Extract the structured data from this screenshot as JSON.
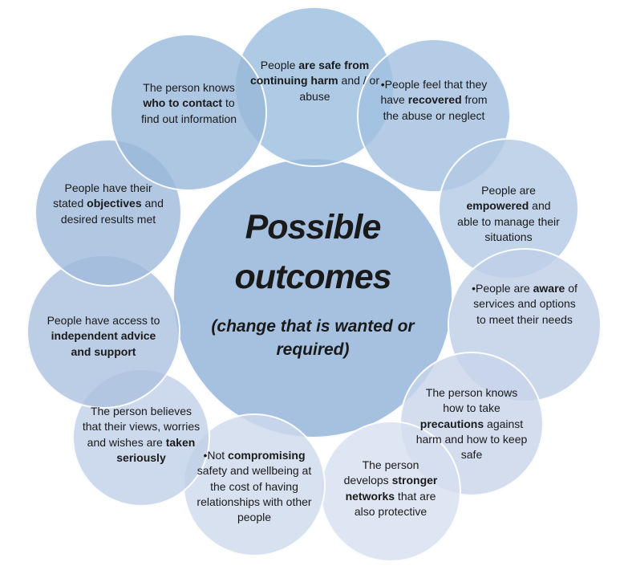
{
  "page": {
    "background": "#ffffff",
    "text_color": "#1a1a1a"
  },
  "center": {
    "title": "Possible outcomes",
    "subtitle": "(change that is wanted or required)",
    "fill_rgba": "rgba(144,178,216,0.8)"
  },
  "bubbles": [
    {
      "id": "safe",
      "fill_rgba": "rgba(154,189,221,0.8)",
      "segments": [
        {
          "t": "People "
        },
        {
          "t": "are safe from continuing harm",
          "b": true
        },
        {
          "t": " and / or abuse"
        }
      ]
    },
    {
      "id": "recovered",
      "fill_rgba": "rgba(161,191,224,0.8)",
      "segments": [
        {
          "t": "•People feel that they have "
        },
        {
          "t": "recovered",
          "b": true
        },
        {
          "t": " from the abuse or neglect"
        }
      ]
    },
    {
      "id": "empowered",
      "fill_rgba": "rgba(179,201,229,0.8)",
      "segments": [
        {
          "t": "People are "
        },
        {
          "t": "empowered",
          "b": true
        },
        {
          "t": " and able to manage their situations"
        }
      ]
    },
    {
      "id": "aware",
      "fill_rgba": "rgba(190,206,231,0.8)",
      "segments": [
        {
          "t": "•People are "
        },
        {
          "t": "aware",
          "b": true
        },
        {
          "t": " of services and options to meet their needs"
        }
      ]
    },
    {
      "id": "precautions",
      "fill_rgba": "rgba(200,213,234,0.8)",
      "segments": [
        {
          "t": "The person knows how to take "
        },
        {
          "t": "precautions",
          "b": true
        },
        {
          "t": " against harm and how to keep safe"
        }
      ]
    },
    {
      "id": "networks",
      "fill_rgba": "rgba(215,224,240,0.8)",
      "segments": [
        {
          "t": "The person develops "
        },
        {
          "t": "stronger networks",
          "b": true
        },
        {
          "t": " that are also protective"
        }
      ]
    },
    {
      "id": "compromising",
      "fill_rgba": "rgba(206,218,236,0.8)",
      "segments": [
        {
          "t": "•Not "
        },
        {
          "t": "compromising",
          "b": true
        },
        {
          "t": " safety and wellbeing at the cost of having relationships with other people"
        }
      ]
    },
    {
      "id": "believes",
      "fill_rgba": "rgba(193,208,231,0.8)",
      "segments": [
        {
          "t": "The person believes that their views, worries and wishes are "
        },
        {
          "t": "taken seriously",
          "b": true
        }
      ]
    },
    {
      "id": "access",
      "fill_rgba": "rgba(171,193,224,0.8)",
      "segments": [
        {
          "t": "People have access to "
        },
        {
          "t": "independent advice and support",
          "b": true
        }
      ]
    },
    {
      "id": "objectives",
      "fill_rgba": "rgba(159,186,219,0.8)",
      "segments": [
        {
          "t": "People have their stated "
        },
        {
          "t": "objectives",
          "b": true
        },
        {
          "t": " and desired results met"
        }
      ]
    },
    {
      "id": "contact",
      "fill_rgba": "rgba(153,184,218,0.8)",
      "segments": [
        {
          "t": "The person knows "
        },
        {
          "t": "who to contact",
          "b": true
        },
        {
          "t": " to find out information"
        }
      ]
    }
  ]
}
